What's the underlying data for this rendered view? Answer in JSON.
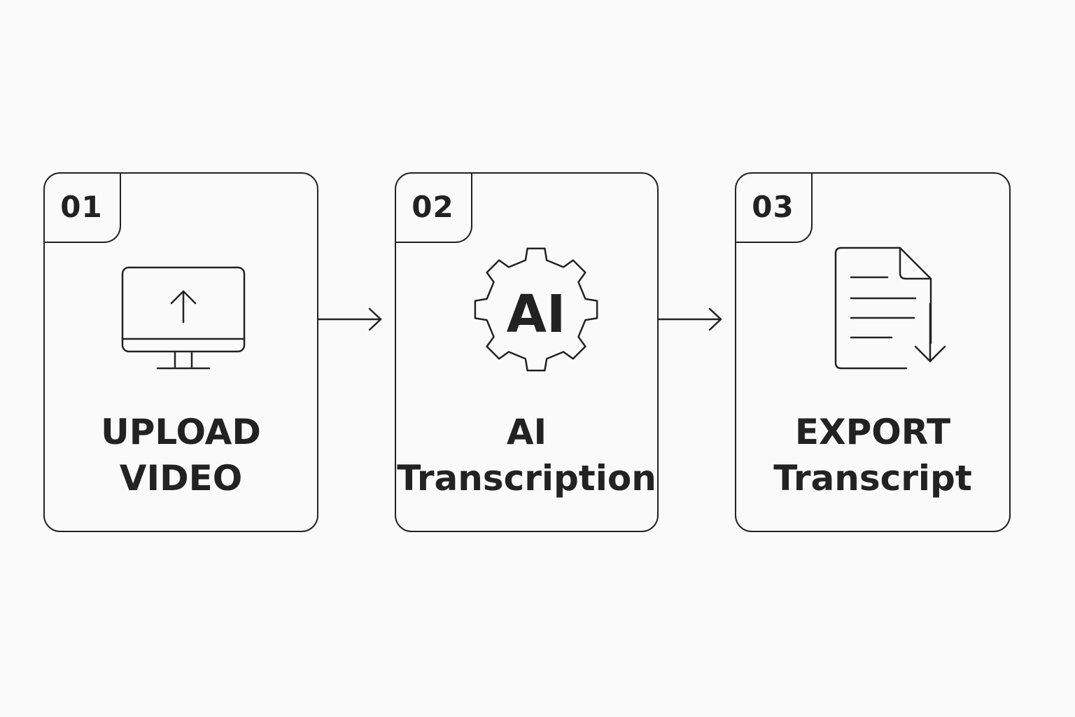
{
  "steps": [
    {
      "number": "01",
      "line1": "UPLOAD",
      "line2": "VIDEO",
      "icon": "monitor-upload-icon"
    },
    {
      "number": "02",
      "line1": "AI",
      "line2": "Transcription",
      "icon": "ai-gear-icon",
      "icon_text": "AI"
    },
    {
      "number": "03",
      "line1": "EXPORT",
      "line2": "Transcript",
      "icon": "document-download-icon"
    }
  ],
  "colors": {
    "stroke": "#222222",
    "background": "#fafafa"
  }
}
